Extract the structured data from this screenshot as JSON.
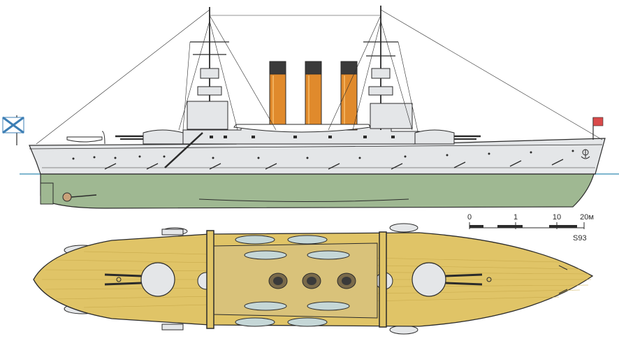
{
  "scale_bar": {
    "ticks": [
      "0",
      "1",
      "10",
      "20м"
    ],
    "code": "S93"
  },
  "colors": {
    "hull_upper": "#e4e6e8",
    "hull_lower": "#9fb892",
    "waterline": "#7fb6cf",
    "deck_wood": "#e0c467",
    "funnel": "#e08a2c",
    "funnel_cap": "#3a3a3a",
    "ink": "#2b2b2b"
  }
}
